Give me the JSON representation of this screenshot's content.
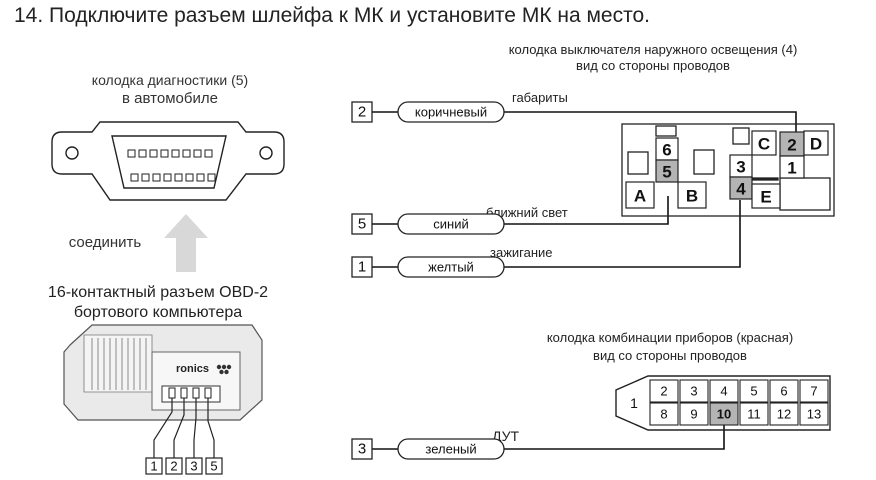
{
  "title": "14. Подключите разъем шлейфа к МК и установите МК на место.",
  "left": {
    "diag_caption_line1": "колодка диагностики (5)",
    "diag_caption_line2": "в автомобиле",
    "connect_label": "соединить",
    "obd_caption_line1": "16-контактный разъем OBD-2",
    "obd_caption_line2": "бортового компьютера",
    "brand_text": "ronics",
    "pin_labels": [
      "1",
      "2",
      "3",
      "5"
    ]
  },
  "headlight_connector": {
    "caption_line1": "колодка выключателя наружного освещения (4)",
    "caption_line2": "вид со стороны проводов",
    "cells": [
      "6",
      "5",
      "A",
      "B",
      "3",
      "4",
      "C",
      "2",
      "D",
      "1",
      "E"
    ]
  },
  "dashboard_connector": {
    "caption_line1": "колодка комбинации приборов (красная)",
    "caption_line2": "вид со стороны проводов",
    "pin_1": "1",
    "top_row": [
      "2",
      "3",
      "4",
      "5",
      "6",
      "7"
    ],
    "bottom_row": [
      "8",
      "9",
      "10",
      "11",
      "12",
      "13"
    ]
  },
  "wires": [
    {
      "num": "2",
      "color": "коричневый",
      "function": "габариты"
    },
    {
      "num": "5",
      "color": "синий",
      "function": "ближний свет"
    },
    {
      "num": "1",
      "color": "желтый",
      "function": "зажигание"
    },
    {
      "num": "3",
      "color": "зеленый",
      "function": "ДУТ"
    }
  ],
  "colors": {
    "line": "#111111",
    "highlight_pin": "#b4b4b4",
    "arrow": "#d8d8d8",
    "pill_border": "#222222"
  }
}
